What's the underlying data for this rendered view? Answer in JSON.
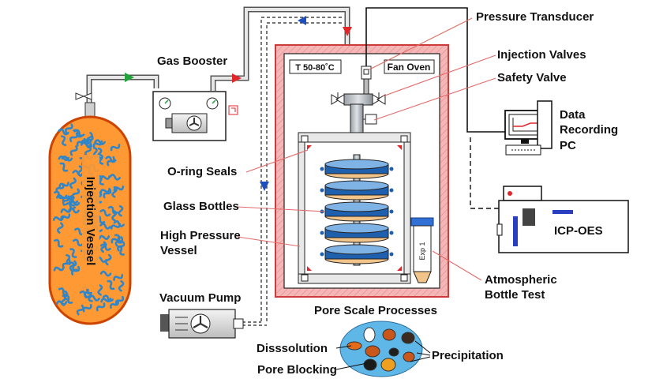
{
  "labels": {
    "injection_vessel": "Injection Vessel",
    "gas_booster": "Gas Booster",
    "vacuum_pump": "Vacuum Pump",
    "pressure_transducer": "Pressure Transducer",
    "injection_valves": "Injection Valves",
    "safety_valve": "Safety Valve",
    "temperature": "T 50-80˚C",
    "fan_oven": "Fan Oven",
    "o_ring_seals": "O-ring Seals",
    "glass_bottles": "Glass Bottles",
    "high_pressure_vessel_line1": "High Pressure",
    "high_pressure_vessel_line2": "Vessel",
    "data_recording_line1": "Data",
    "data_recording_line2": "Recording",
    "data_recording_line3": "PC",
    "icp_oes": "ICP-OES",
    "atmospheric_line1": "Atmospheric",
    "atmospheric_line2": "Bottle Test",
    "exp_tube": "Exp 1",
    "pore_scale_processes": "Pore Scale Processes",
    "dissolution": "Disssolution",
    "pore_blocking": "Pore Blocking",
    "precipitation": "Precipitation"
  },
  "colors": {
    "oven_wall": "#f4b6b6",
    "oven_border": "#cc3a3a",
    "vessel_fill": "#ff9933",
    "vessel_border": "#cc4400",
    "bottle_blue": "#1e5fae",
    "bottle_sediment": "#f2c48a",
    "pore_blob": "#2f86c9",
    "leader_line": "#e46a6a",
    "arrow_green": "#22a33a",
    "arrow_red": "#e0262b",
    "arrow_blue": "#1f4fbf",
    "icp_accent": "#2a3fbf"
  }
}
